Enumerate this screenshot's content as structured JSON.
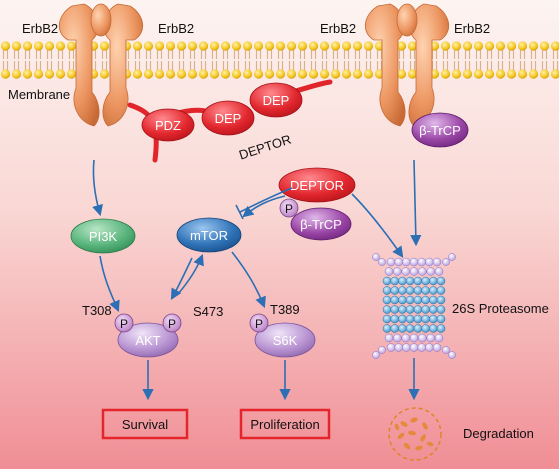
{
  "labels": {
    "erbb2_1": "ErbB2",
    "erbb2_2": "ErbB2",
    "erbb2_3": "ErbB2",
    "erbb2_4": "ErbB2",
    "membrane": "Membrane",
    "pdz": "PDZ",
    "dep_1": "DEP",
    "dep_2": "DEP",
    "deptor_main": "DEPTOR",
    "btrcp_membrane": "β-TrCP",
    "deptor_cyto": "DEPTOR",
    "p_deptor": "P",
    "btrcp_cyto": "β-TrCP",
    "pi3k": "PI3K",
    "mtor": "mTOR",
    "t308": "T308",
    "s473": "S473",
    "p_akt_left": "P",
    "p_akt_right": "P",
    "akt": "AKT",
    "t389": "T389",
    "p_s6k": "P",
    "s6k": "S6K",
    "proteasome": "26S Proteasome",
    "survival": "Survival",
    "proliferation": "Proliferation",
    "degradation": "Degradation"
  },
  "colors": {
    "background_top": "#fdf1ee",
    "background_bottom": "#f08f96",
    "membrane_head": "#f4c21a",
    "receptor": "#e58a52",
    "deptor_red": "#e0252b",
    "pi3k_green": "#59b47c",
    "mtor_blue": "#2f73b8",
    "btrcp_purple": "#9a46a6",
    "akt_purple": "#b38ccd",
    "arrow_blue": "#2c6fb4",
    "box_red": "#e4252b"
  }
}
